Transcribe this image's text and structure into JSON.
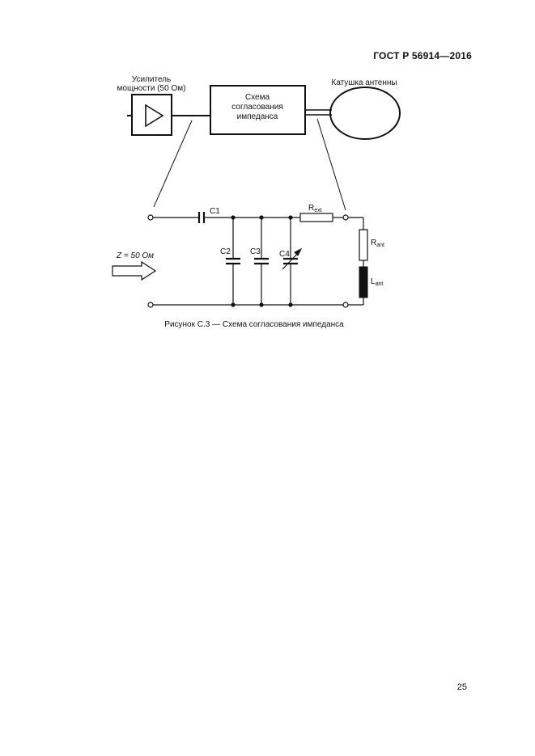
{
  "header": {
    "standard_id": "ГОСТ Р 56914—2016"
  },
  "figure": {
    "amplifier_label_line1": "Усилитель",
    "amplifier_label_line2": "мощности (50 Ом)",
    "matching_block_line1": "Схема",
    "matching_block_line2": "согласования",
    "matching_block_line3": "импеданса",
    "antenna_label": "Катушка антенны",
    "input_impedance": "Z = 50 Ом",
    "c1_label": "C1",
    "c2_label": "C2",
    "c3_label": "C3",
    "c4_label": "C4",
    "r_ext_main": "R",
    "r_ext_sub": "ext",
    "r_ant_main": "R",
    "r_ant_sub": "ant",
    "l_ant_main": "L",
    "l_ant_sub": "ant",
    "caption": "Рисунок С.3 — Схема согласования импеданса"
  },
  "footer": {
    "page_number": "25"
  }
}
